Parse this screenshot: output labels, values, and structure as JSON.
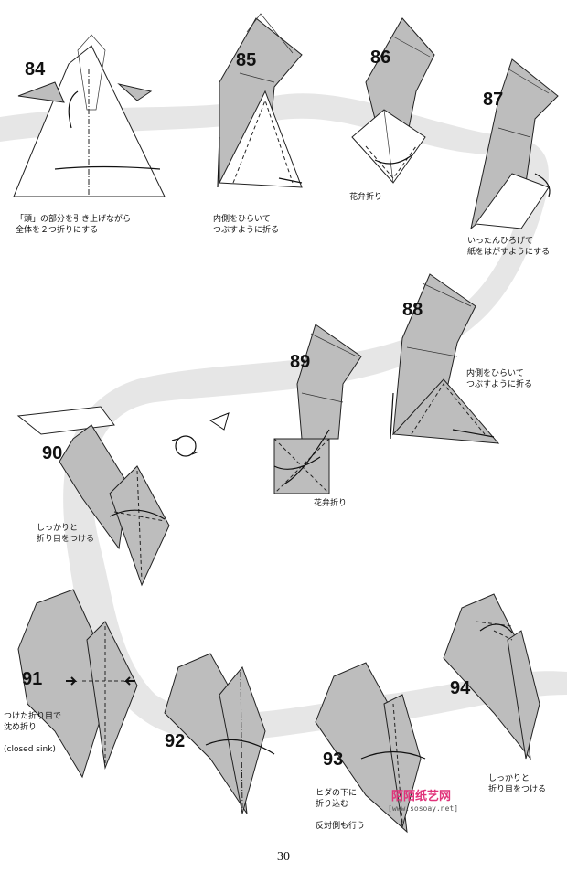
{
  "steps": [
    {
      "number": "84",
      "note": "「頭」の部分を引き上げながら\n全体を２つ折りにする"
    },
    {
      "number": "85",
      "note": "内側をひらいて\nつぶすように折る"
    },
    {
      "number": "86",
      "note": "花弁折り"
    },
    {
      "number": "87",
      "note": "いったんひろげて\n紙をはがすようにする"
    },
    {
      "number": "88",
      "note": "内側をひらいて\nつぶすように折る"
    },
    {
      "number": "89",
      "note": "花弁折り"
    },
    {
      "number": "90",
      "note": "しっかりと\n折り目をつける"
    },
    {
      "number": "91",
      "note": "つけた折り目で\n沈め折り\n\n(closed sink)"
    },
    {
      "number": "92",
      "note": ""
    },
    {
      "number": "93",
      "note": "ヒダの下に\n折り込む\n\n反対側も行う"
    },
    {
      "number": "94",
      "note": "しっかりと\n折り目をつける"
    }
  ],
  "page_number": "30",
  "watermark": {
    "name": "陌陌纸艺网",
    "url": "[www.sosoay.net]"
  }
}
